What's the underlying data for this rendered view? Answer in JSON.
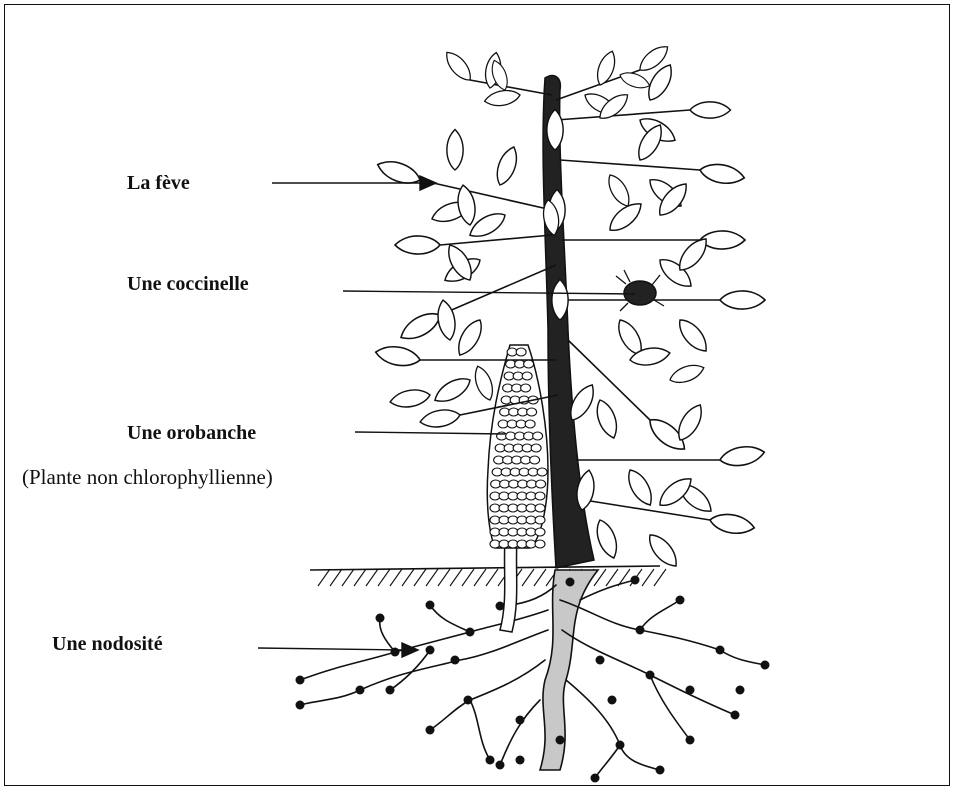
{
  "labels": {
    "feve": "La fève",
    "coccinelle": "Une coccinelle",
    "orobanche": "Une orobanche",
    "orobanche_note": "(Plante non chlorophyllienne)",
    "nodosite": "Une nodosité"
  },
  "colors": {
    "ink": "#111111",
    "stem": "#222222",
    "root": "#c8c8c8",
    "background": "#ffffff"
  }
}
